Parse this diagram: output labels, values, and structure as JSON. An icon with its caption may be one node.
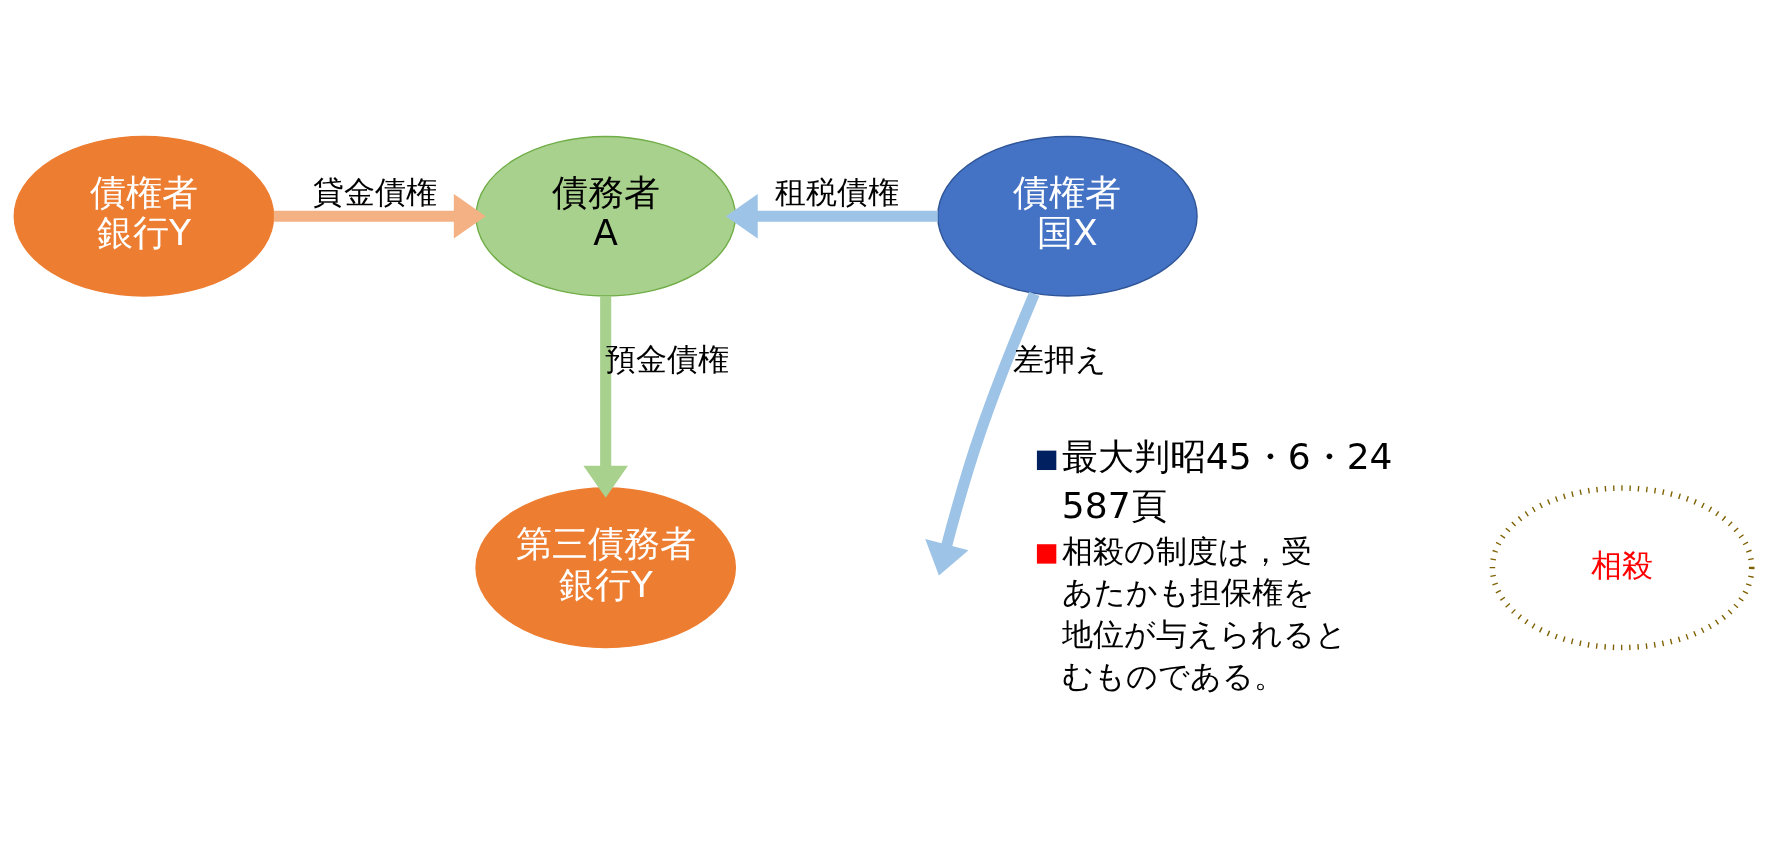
{
  "diagram": {
    "nodes": [
      {
        "text": [
          "債権者",
          "銀行Y"
        ]
      },
      {
        "text": [
          "債務者",
          "A"
        ]
      },
      {
        "text": [
          "債権者",
          "国X"
        ]
      },
      {
        "text": [
          "第三債務者",
          "銀行Y"
        ]
      },
      {
        "text": [
          "相殺"
        ]
      }
    ],
    "edges": [
      {
        "from": 0,
        "to": 1,
        "arrow": "to",
        "label": "貸金債権",
        "color": "#f4b183"
      },
      {
        "from": 2,
        "to": 1,
        "arrow": "to",
        "label": "租税債権",
        "color": "#9dc3e6"
      },
      {
        "from": 1,
        "to": 3,
        "arrow": "to",
        "label": "預金債権",
        "color": "#a9d18e"
      },
      {
        "from": 2,
        "to": null,
        "arrow": "to",
        "label": "差押え",
        "color": "#9dc3e6"
      }
    ],
    "labels": [
      "最大判昭45・6・24",
      "587頁",
      "相殺の制度は，受",
      "あたかも担保権を",
      "地位が与えられると",
      "むものである。"
    ]
  }
}
